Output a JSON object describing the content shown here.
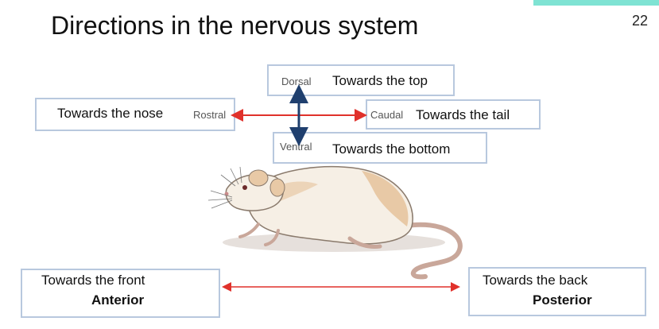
{
  "title": "Directions in the nervous system",
  "page_number": "22",
  "compass": {
    "dorsal": "Dorsal",
    "ventral": "Ventral",
    "rostral": "Rostral",
    "caudal": "Caudal",
    "arrow_colors": {
      "horizontal": "#e0312b",
      "vertical": "#1f3f6e"
    }
  },
  "boxes": {
    "top": "Towards the top",
    "bottom": "Towards the bottom",
    "nose": "Towards the nose",
    "tail": "Towards the tail",
    "front": "Towards the front",
    "front_term": "Anterior",
    "back": "Towards the back",
    "back_term": "Posterior"
  },
  "icons": [
    "rat-illustration"
  ]
}
